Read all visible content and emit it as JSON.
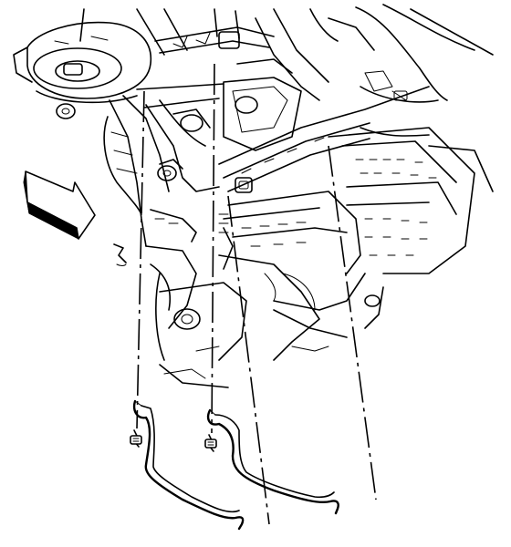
{
  "diagram": {
    "type": "exploded-view line drawing",
    "line_color": "#000000",
    "background": "#ffffff",
    "parts": [
      "vehicle-underbody",
      "shield-left",
      "shield-right",
      "bolt-left",
      "bolt-right"
    ],
    "indicator": "view-direction-arrow"
  }
}
